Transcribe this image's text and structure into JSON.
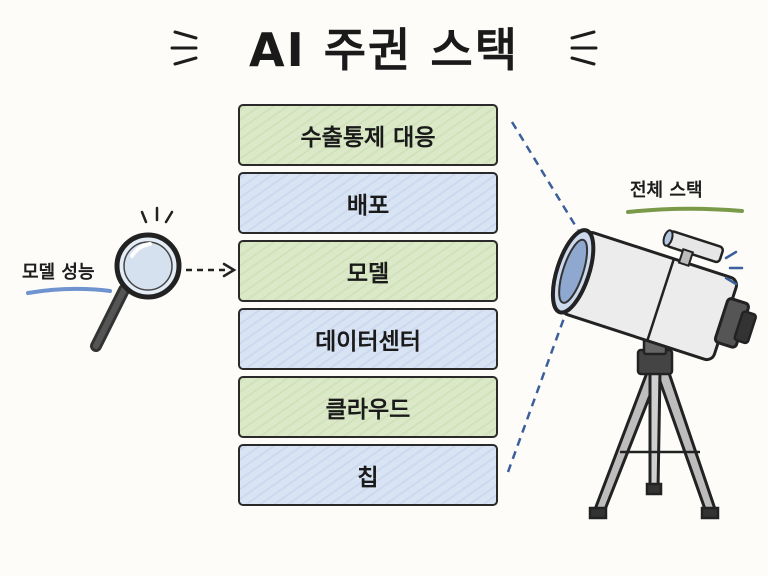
{
  "title": "AI 주권 스택",
  "stack": [
    {
      "label": "수출통제 대응",
      "color": "green"
    },
    {
      "label": "배포",
      "color": "blue"
    },
    {
      "label": "모델",
      "color": "green"
    },
    {
      "label": "데이터센터",
      "color": "blue"
    },
    {
      "label": "클라우드",
      "color": "green"
    },
    {
      "label": "칩",
      "color": "blue"
    }
  ],
  "left_label": "모델 성능",
  "right_label": "전체 스택",
  "icons": [
    "magnifying-glass-icon",
    "telescope-icon"
  ],
  "colors": {
    "green": "#d6e6c2",
    "blue": "#d3def2",
    "outline": "#2a2a2a",
    "dash": "#3a5f9a"
  }
}
